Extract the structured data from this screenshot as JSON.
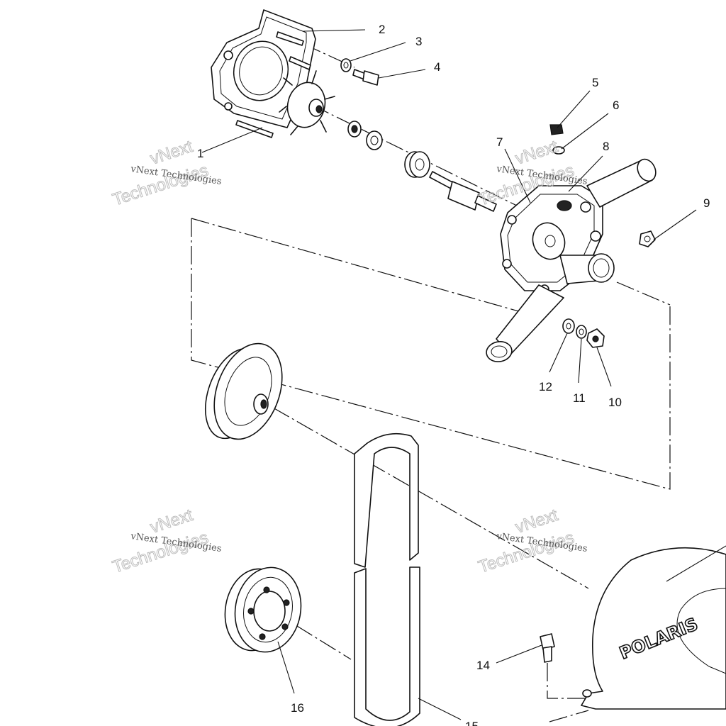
{
  "callouts": [
    "1",
    "2",
    "3",
    "4",
    "5",
    "6",
    "7",
    "8",
    "9",
    "10",
    "11",
    "12",
    "14",
    "15",
    "16"
  ],
  "watermark": {
    "company": "vNext Technologies",
    "word1": "vNext",
    "word2": "Technologies"
  },
  "cover_logo": "POLARIS"
}
